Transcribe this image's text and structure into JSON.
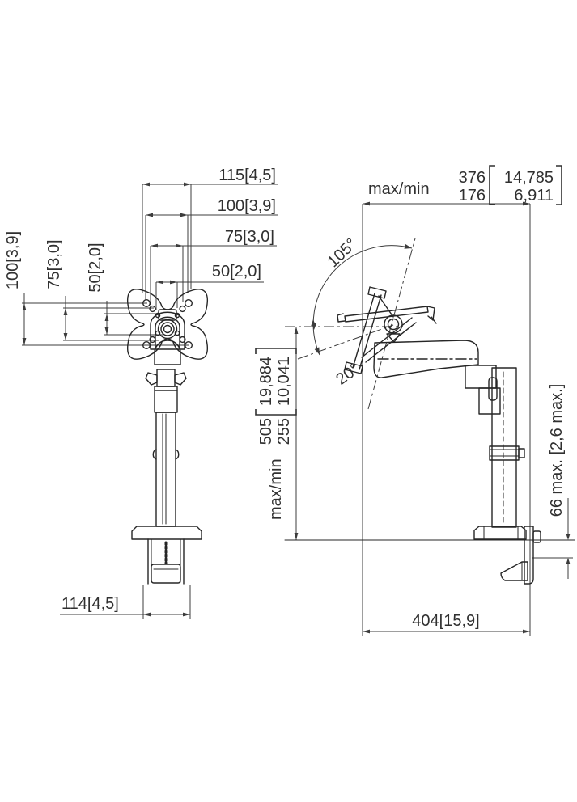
{
  "drawing_title": "monitor desk mount dimensional drawing",
  "front_view": {
    "hole_spacing_horizontal": {
      "d115": "115[4,5]",
      "d100": "100[3,9]",
      "d75": "75[3,0]",
      "d50": "50[2,0]"
    },
    "hole_spacing_vertical": {
      "d100": "100[3,9]",
      "d75": "75[3,0]",
      "d50": "50[2,0]"
    },
    "clamp_width": "114[4,5]"
  },
  "side_view": {
    "reach": {
      "prefix": "max/min",
      "mm_max": "376",
      "mm_min": "176",
      "inch_max": "14,785",
      "inch_min": "6,911"
    },
    "height": {
      "prefix": "max/min",
      "mm_max": "505",
      "mm_min": "255",
      "inch_max": "19,884",
      "inch_min": "10,041"
    },
    "depth": "404[15,9]",
    "desk_thickness": "66 max. [2,6 max.]",
    "tilt_up": "105°",
    "tilt_down": "20°"
  },
  "colors": {
    "line": "#262626",
    "dimension": "#3c3c3c",
    "text": "#303030",
    "background": "#ffffff"
  }
}
